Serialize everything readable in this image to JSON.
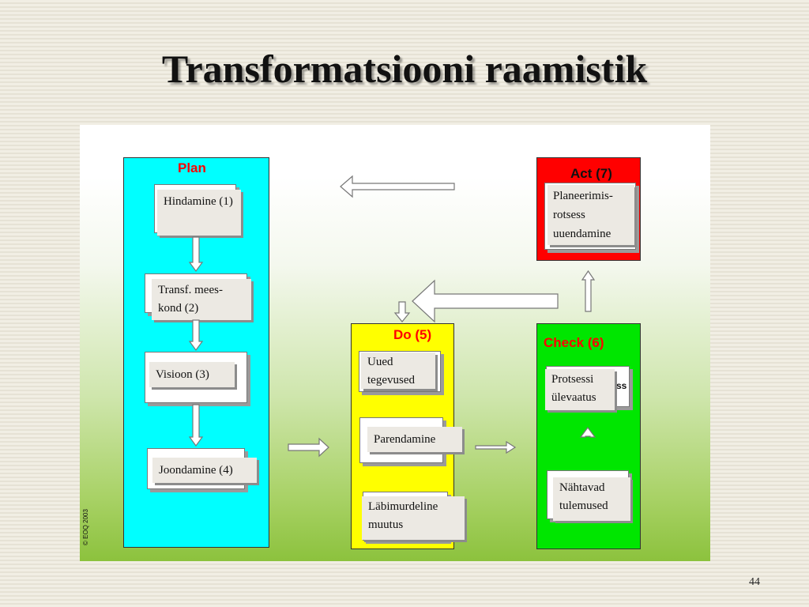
{
  "slide": {
    "title": "Transformatsiooni raamistik",
    "page_number": "44",
    "copyright": "© EOQ 2003"
  },
  "colors": {
    "plan": "#00ffff",
    "do": "#ffff00",
    "check": "#00e600",
    "act": "#ff0000",
    "label_red": "#ff0000"
  },
  "plan": {
    "label": "Plan",
    "items": [
      {
        "text": "Hindamine (1)"
      },
      {
        "text": "Transf. mees-kond (2)"
      },
      {
        "text": "Visioon (3)"
      },
      {
        "text": "Joondamine (4)"
      }
    ]
  },
  "do": {
    "label": "Do (5)",
    "items": [
      {
        "text": "Uued tegevused"
      },
      {
        "text": "Parendamine"
      },
      {
        "text": "Läbimurdeline muutus"
      }
    ]
  },
  "check": {
    "label": "Check (6)",
    "items": [
      {
        "text": "Protsessi ülevaatus"
      },
      {
        "text": "Nähtavad tulemused"
      }
    ],
    "partial_text": "ss"
  },
  "act": {
    "label": "Act (7)",
    "items": [
      {
        "text": "Planeerimis-rotsess uuendamine"
      }
    ]
  }
}
